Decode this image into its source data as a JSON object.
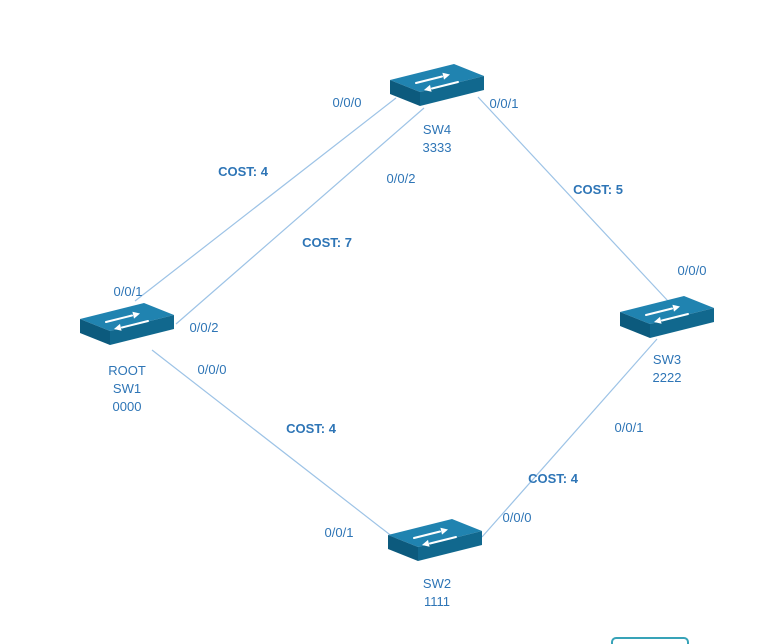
{
  "diagram": {
    "type": "network-topology",
    "subject": "spanning-tree switch topology"
  },
  "colors": {
    "switch_top": "#2083b0",
    "switch_front": "#0c5a7d",
    "switch_side": "#11688e",
    "link_line": "#9dc3e6",
    "label_text": "#2e75b6",
    "partial_shape": "#38a3b8"
  },
  "nodes": {
    "sw1": {
      "role": "ROOT",
      "name": "SW1",
      "bridge_id": "0000",
      "ports": {
        "top": "0/0/1",
        "right": "0/0/2",
        "bottom": "0/0/0"
      }
    },
    "sw2": {
      "name": "SW2",
      "bridge_id": "1111",
      "ports": {
        "left": "0/0/1",
        "right": "0/0/0"
      }
    },
    "sw3": {
      "name": "SW3",
      "bridge_id": "2222",
      "ports": {
        "top": "0/0/0",
        "bottom": "0/0/1"
      }
    },
    "sw4": {
      "name": "SW4",
      "bridge_id": "3333",
      "ports": {
        "left": "0/0/0",
        "right": "0/0/1",
        "bottom": "0/0/2"
      }
    }
  },
  "links": [
    {
      "from": "SW1",
      "from_port": "0/0/1",
      "to": "SW4",
      "to_port": "0/0/0",
      "cost_label": "COST: 4"
    },
    {
      "from": "SW1",
      "from_port": "0/0/2",
      "to": "SW4",
      "to_port": "0/0/2",
      "cost_label": "COST: 7"
    },
    {
      "from": "SW4",
      "from_port": "0/0/1",
      "to": "SW3",
      "to_port": "0/0/0",
      "cost_label": "COST: 5"
    },
    {
      "from": "SW1",
      "from_port": "0/0/0",
      "to": "SW2",
      "to_port": "0/0/1",
      "cost_label": "COST: 4"
    },
    {
      "from": "SW2",
      "from_port": "0/0/0",
      "to": "SW3",
      "to_port": "0/0/1",
      "cost_label": "COST: 4"
    }
  ]
}
